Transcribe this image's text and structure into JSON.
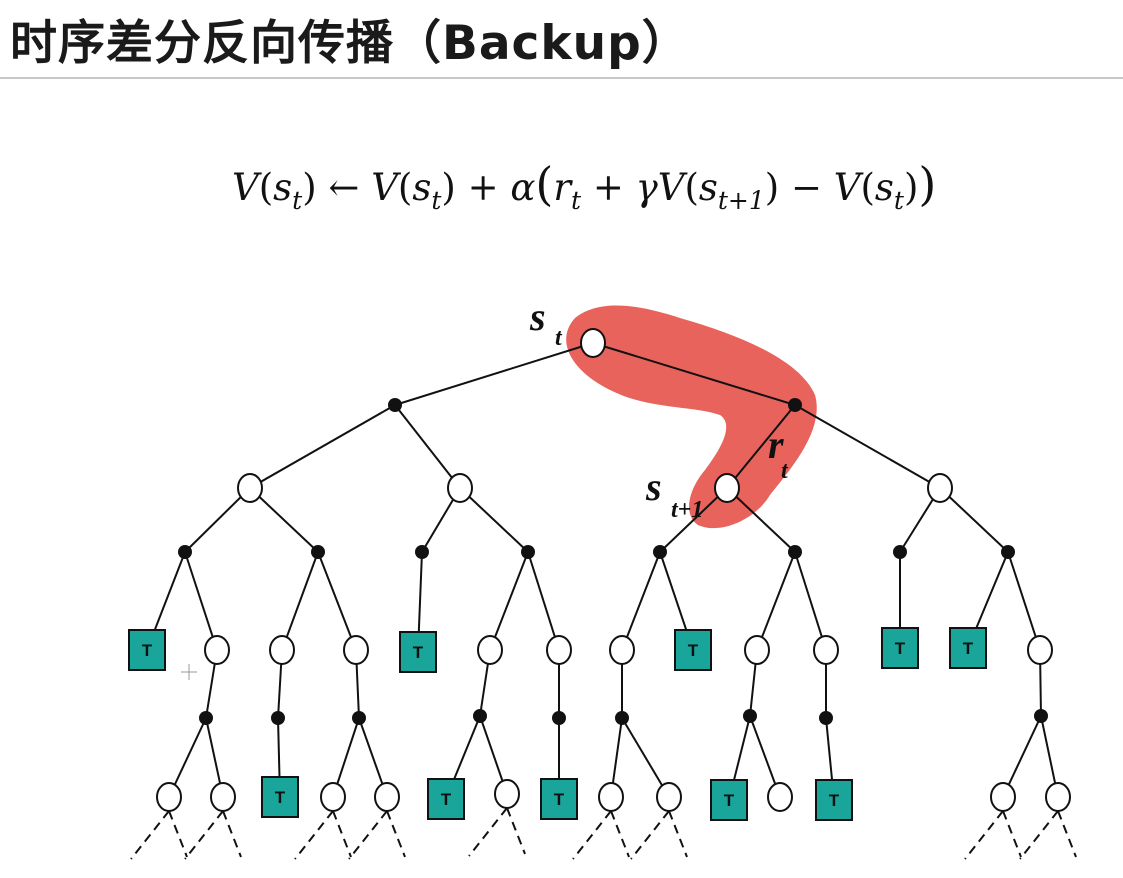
{
  "title": "时序差分反向传播（Backup）",
  "formula": {
    "segments": [
      {
        "t": "V",
        "s": "i"
      },
      {
        "t": "(",
        "s": "u"
      },
      {
        "t": "s",
        "s": "i"
      },
      {
        "t": "t",
        "s": "sub"
      },
      {
        "t": ") ← ",
        "s": "u"
      },
      {
        "t": "V",
        "s": "i"
      },
      {
        "t": "(",
        "s": "u"
      },
      {
        "t": "s",
        "s": "i"
      },
      {
        "t": "t",
        "s": "sub"
      },
      {
        "t": ") + ",
        "s": "u"
      },
      {
        "t": "α",
        "s": "i"
      },
      {
        "t": "(",
        "s": "big"
      },
      {
        "t": "r",
        "s": "i"
      },
      {
        "t": "t",
        "s": "sub"
      },
      {
        "t": " + ",
        "s": "u"
      },
      {
        "t": "γV",
        "s": "i"
      },
      {
        "t": "(",
        "s": "u"
      },
      {
        "t": "s",
        "s": "i"
      },
      {
        "t": "t+1",
        "s": "sub"
      },
      {
        "t": ") − ",
        "s": "u"
      },
      {
        "t": "V",
        "s": "i"
      },
      {
        "t": "(",
        "s": "u"
      },
      {
        "t": "s",
        "s": "i"
      },
      {
        "t": "t",
        "s": "sub"
      },
      {
        "t": ")",
        "s": "u"
      },
      {
        "t": ")",
        "s": "big"
      }
    ]
  },
  "diagram": {
    "highlight_color": "#e8635c",
    "terminal_color": "#1aa59a",
    "terminal_label": "T",
    "labels": {
      "st_main": "s",
      "st_sub": "t",
      "st1_main": "s",
      "st1_sub": "t+1",
      "rt_main": "r",
      "rt_sub": "t"
    }
  }
}
